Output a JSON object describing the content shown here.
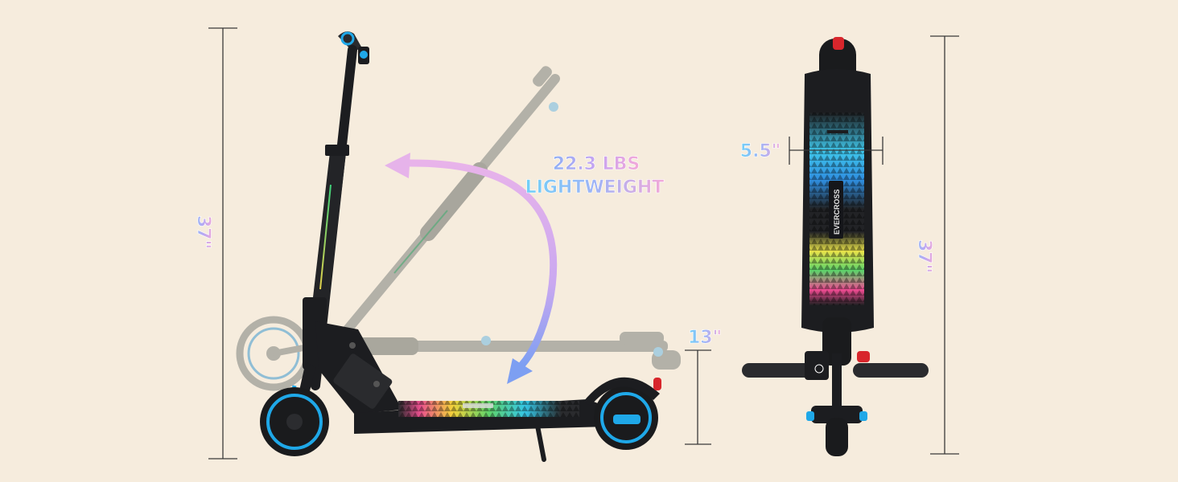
{
  "labels": {
    "weight": "22.3 LBS",
    "lightweight": "LIGHTWEIGHT",
    "height_left": "37\"",
    "height_right": "37\"",
    "deck_height": "13\"",
    "deck_width": "5.5\"",
    "brand": "EVERCROSS"
  },
  "colors": {
    "background": "#f6ecdd",
    "scooter_body": "#1c1d20",
    "accent_blue": "#1fa8e8",
    "folded_gray": "#a8a79f",
    "arrow_start": "#e4b2ea",
    "arrow_end": "#7b98f0",
    "brake_red": "#d8262c"
  }
}
